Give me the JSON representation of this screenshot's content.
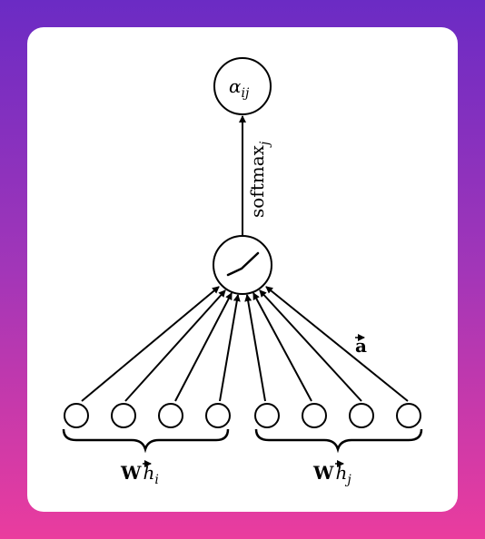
{
  "output_node": {
    "symbol": "α",
    "subscript": "ij"
  },
  "edge_label": {
    "text": "softmax",
    "subscript": "j"
  },
  "attention_vector": {
    "label": "a",
    "accent": "⃗"
  },
  "groups": [
    {
      "bold": "W",
      "vec": "h",
      "subscript": "i"
    },
    {
      "bold": "W",
      "vec": "h",
      "subscript": "j"
    }
  ],
  "colors": {
    "bg_top": "#6b2bc4",
    "bg_bottom": "#ea3c9e",
    "card": "#ffffff",
    "stroke": "#000000"
  },
  "icons": {
    "activation": "leaky-relu-icon"
  }
}
